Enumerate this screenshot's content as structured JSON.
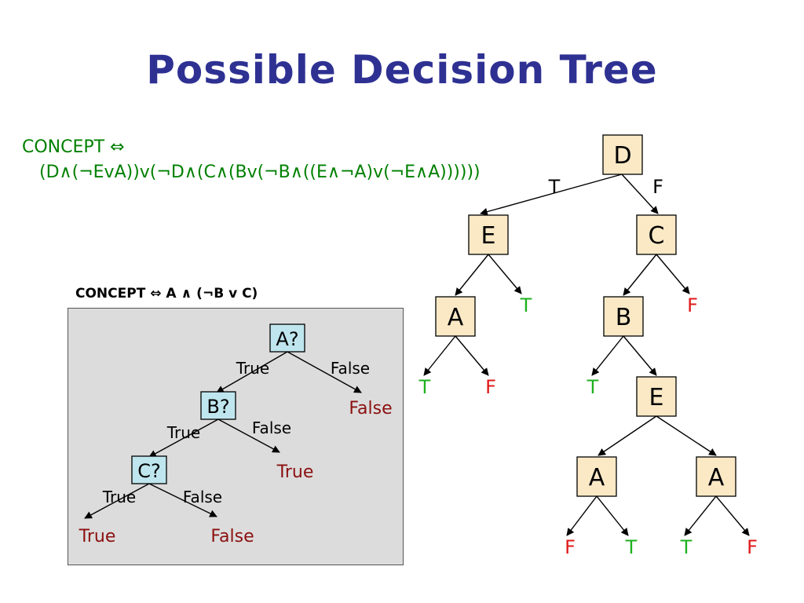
{
  "title": "Possible Decision Tree",
  "concept_big": {
    "line1": "CONCEPT ⇔",
    "line2": "(D∧(¬EvA))v(¬D∧(C∧(Bv(¬B∧((E∧¬A)v(¬E∧A))))))"
  },
  "concept_small": "CONCEPT ⇔ A ∧ (¬B v C)",
  "big_tree": {
    "nodes": {
      "root": "D",
      "e1": "E",
      "c": "C",
      "a1": "A",
      "b": "B",
      "e2": "E",
      "a2": "A",
      "a3": "A"
    },
    "edge_labels": {
      "root_left": "T",
      "root_right": "F"
    },
    "leaves": {
      "e1_right": "T",
      "c_right": "F",
      "a1_left": "T",
      "a1_right": "F",
      "b_left": "T",
      "a2_left": "F",
      "a2_right": "T",
      "a3_left": "T",
      "a3_right": "F"
    }
  },
  "small_tree": {
    "nodes": {
      "a": "A?",
      "b": "B?",
      "c": "C?"
    },
    "edge_labels": {
      "a_true": "True",
      "a_false": "False",
      "b_true": "True",
      "b_false": "False",
      "c_true": "True",
      "c_false": "False"
    },
    "leaves": {
      "a_false": "False",
      "b_false": "True",
      "c_true": "True",
      "c_false": "False"
    }
  },
  "colors": {
    "title": "#2e3192",
    "concept": "#008000",
    "true_leaf": "#1fb01f",
    "false_leaf": "#e01a1a",
    "small_leaf": "#8b1010",
    "node_fill": "#fbe9c6",
    "small_node_fill": "#bfe6ee",
    "panel": "#dcdcdc"
  }
}
